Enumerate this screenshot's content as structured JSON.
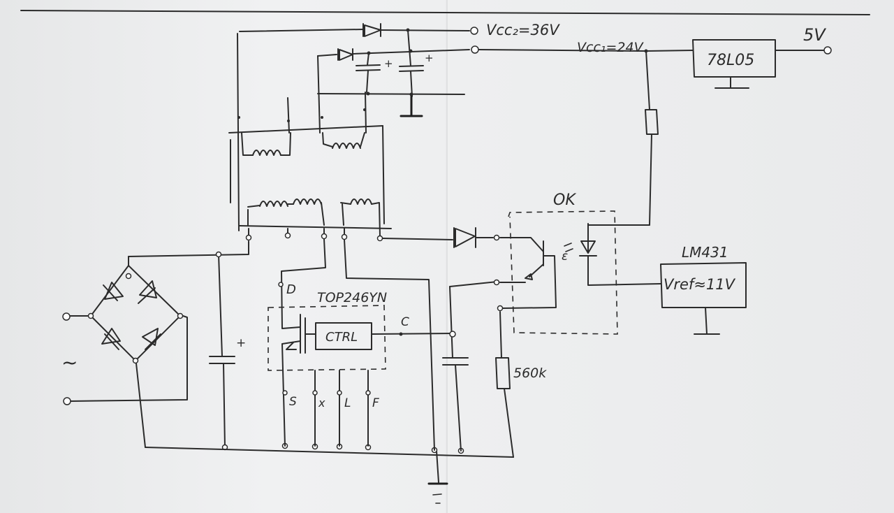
{
  "labels": {
    "vcc2": "Vcc₂=36V",
    "vcc1": "Vcc₁=24V",
    "reg": "78L05",
    "out5v": "5V",
    "ok": "OK",
    "lm": "LM431",
    "vref": "Vref≈11V",
    "top": "TOP246YN",
    "d": "D",
    "ctrl": "CTRL",
    "c": "C",
    "s": "S",
    "x": "x",
    "l": "L",
    "f": "F",
    "res": "560k",
    "ac": "~",
    "plus1": "+",
    "plus2": "+",
    "plus3": "+",
    "ee": "ε"
  }
}
